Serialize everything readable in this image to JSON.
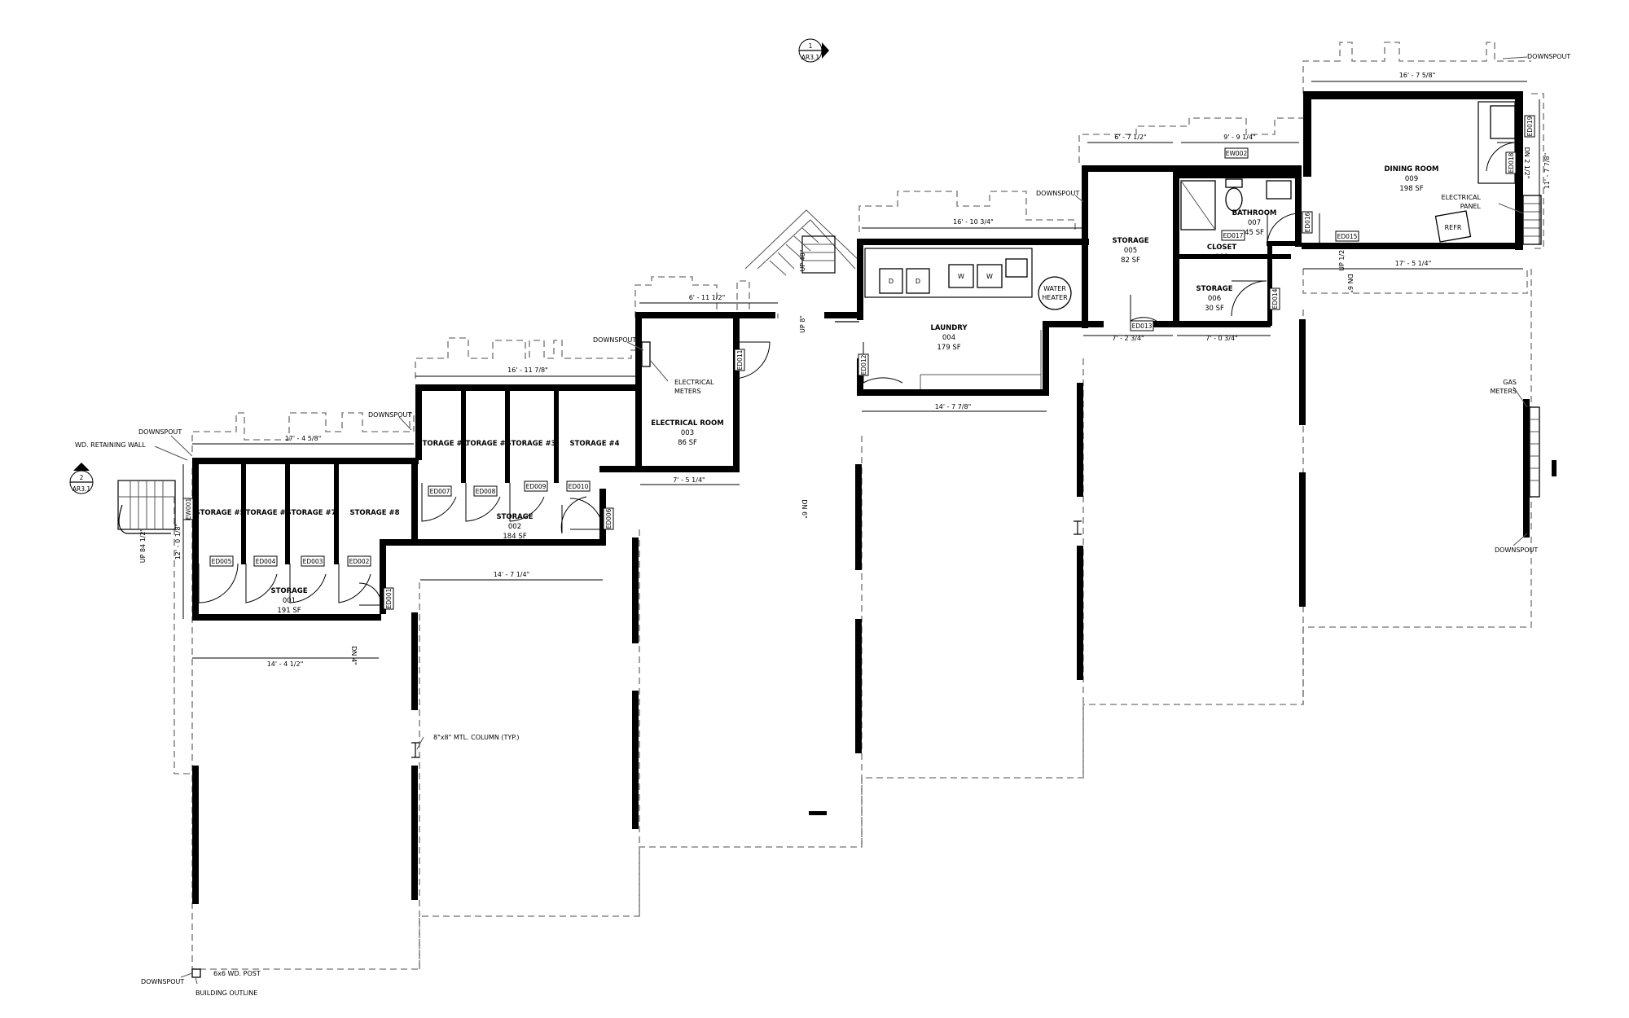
{
  "rooms": [
    {
      "name": "STORAGE",
      "number": "001",
      "area": "191 SF"
    },
    {
      "name": "STORAGE",
      "number": "002",
      "area": "184 SF"
    },
    {
      "name": "ELECTRICAL ROOM",
      "number": "003",
      "area": "86 SF"
    },
    {
      "name": "LAUNDRY",
      "number": "004",
      "area": "179 SF"
    },
    {
      "name": "STORAGE",
      "number": "005",
      "area": "82 SF"
    },
    {
      "name": "STORAGE",
      "number": "006",
      "area": "30 SF"
    },
    {
      "name": "BATHROOM",
      "number": "007",
      "area": "45 SF"
    },
    {
      "name": "CLOSET",
      "number": "008",
      "area": ""
    },
    {
      "name": "DINING ROOM",
      "number": "009",
      "area": "198 SF"
    }
  ],
  "lockers": [
    "STORAGE #1",
    "STORAGE #2",
    "STORAGE #3",
    "STORAGE #4",
    "STORAGE #5",
    "STORAGE #6",
    "STORAGE #7",
    "STORAGE #8"
  ],
  "doors": [
    "ED001",
    "ED002",
    "ED003",
    "ED004",
    "ED005",
    "ED006",
    "ED007",
    "ED008",
    "ED009",
    "ED010",
    "ED011",
    "ED012",
    "ED013",
    "ED014",
    "ED015",
    "ED016",
    "ED017",
    "ED018",
    "ED019",
    "EW001",
    "EW002"
  ],
  "dimensions": [
    "17' - 4 5/8\"",
    "16' - 11 7/8\"",
    "6' - 11 1/2\"",
    "16' - 10 3/4\"",
    "6' - 7 1/2\"",
    "9' - 9 1/4\"",
    "16' - 7 5/8\"",
    "7' - 5 1/4\"",
    "14' - 7 1/4\"",
    "14' - 7 7/8\"",
    "7' - 2 3/4\"",
    "7' - 0 3/4\"",
    "17' - 5 1/4\"",
    "14' - 4 1/2\"",
    "12' - 0 1/8\"",
    "11' - 7 7/8\""
  ],
  "notes": {
    "downspout": "DOWNSPOUT",
    "retaining_wall": "WD. RETAINING WALL",
    "electrical_meters_1": "ELECTRICAL",
    "electrical_meters_2": "METERS",
    "water_heater_1": "WATER",
    "water_heater_2": "HEATER",
    "electrical_panel_1": "ELECTRICAL",
    "electrical_panel_2": "PANEL",
    "gas_meters_1": "GAS",
    "gas_meters_2": "METERS",
    "column": "8\"x8\" MTL. COLUMN (TYP.)",
    "post": "6x6 WD. POST",
    "outline": "BUILDING OUTLINE",
    "refr": "REFR",
    "dryer": "D",
    "washer": "W"
  },
  "stairs": {
    "up_84": "UP 84 1/2\"",
    "up_48": "UP 48\"",
    "up_8": "UP 8\"",
    "dn_6a": "DN 6\"",
    "dn_4": "DN 4\"",
    "dn_6b": "DN 6\"",
    "up_12": "UP 1/2\"",
    "dn_212": "DN 2 1/2\""
  },
  "section_markers": [
    {
      "number": "1",
      "sheet": "AR3.1"
    },
    {
      "number": "2",
      "sheet": "AR3.1"
    }
  ]
}
